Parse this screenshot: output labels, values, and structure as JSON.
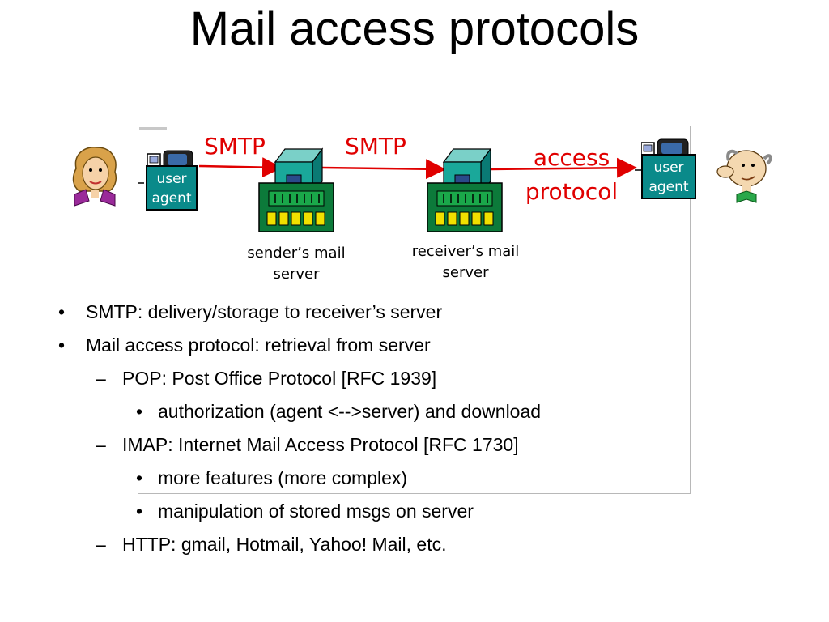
{
  "title": "Mail access protocols",
  "diagram": {
    "smtp_label_1": "SMTP",
    "smtp_label_2": "SMTP",
    "access_label_line1": "access",
    "access_label_line2": "protocol",
    "left_user_agent": {
      "line1": "user",
      "line2": "agent"
    },
    "right_user_agent": {
      "line1": "user",
      "line2": "agent"
    },
    "sender_server": {
      "line1": "sender’s mail",
      "line2": "server"
    },
    "receiver_server": {
      "line1": "receiver’s mail",
      "line2": "server"
    },
    "colors": {
      "arrow": "#e00000",
      "agent_box": "#0a8a8a",
      "server_teal": "#1aa89a",
      "server_slot": "#f0e000"
    },
    "icons": [
      "woman-avatar-icon",
      "man-avatar-icon",
      "computer-icon",
      "mail-server-icon"
    ]
  },
  "bullets": [
    {
      "level": 1,
      "marker": "•",
      "text": "SMTP: delivery/storage to receiver’s server"
    },
    {
      "level": 1,
      "marker": "•",
      "text": "Mail access protocol: retrieval from server"
    },
    {
      "level": 2,
      "marker": "–",
      "text": "POP: Post Office Protocol [RFC 1939]"
    },
    {
      "level": 3,
      "marker": "•",
      "text": "authorization (agent <-->server) and download"
    },
    {
      "level": 2,
      "marker": "–",
      "text": "IMAP: Internet Mail Access Protocol [RFC 1730]"
    },
    {
      "level": 3,
      "marker": "•",
      "text": "more features (more complex)"
    },
    {
      "level": 3,
      "marker": "•",
      "text": "manipulation of stored msgs on server"
    },
    {
      "level": 2,
      "marker": "–",
      "text": "HTTP: gmail, Hotmail, Yahoo! Mail, etc."
    }
  ]
}
